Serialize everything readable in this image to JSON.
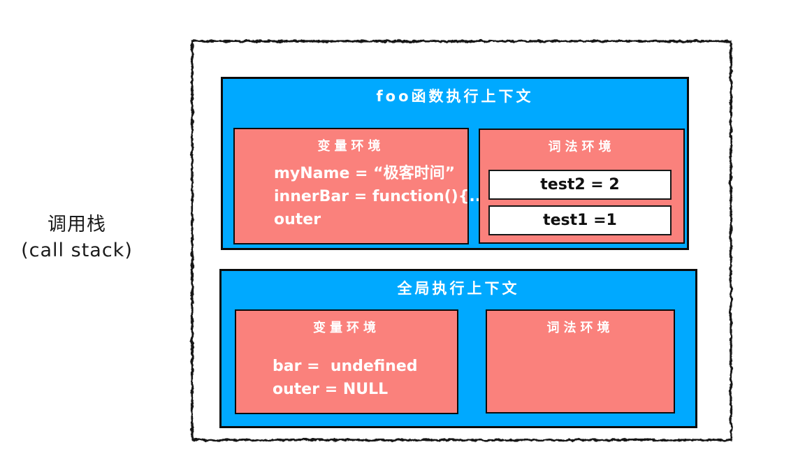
{
  "colors": {
    "context_blue": "#00a9ff",
    "env_red": "#fa817c",
    "border_black": "#0b0b0b",
    "slot_white": "#ffffff"
  },
  "stack_label": {
    "line_zh": "调用栈",
    "line_en": "(call stack)"
  },
  "foo_context": {
    "title": "foo函数执行上下文",
    "variable_env": {
      "title": "变量环境",
      "lines": [
        "myName = “极客时间”",
        "innerBar = function(){...}",
        "outer"
      ]
    },
    "lexical_env": {
      "title": "词法环境",
      "slots": [
        "test2 = 2",
        "test1 =1"
      ]
    }
  },
  "global_context": {
    "title": "全局执行上下文",
    "variable_env": {
      "title": "变量环境",
      "lines": [
        "bar =  undefined",
        "outer = NULL"
      ]
    },
    "lexical_env": {
      "title": "词法环境"
    }
  }
}
